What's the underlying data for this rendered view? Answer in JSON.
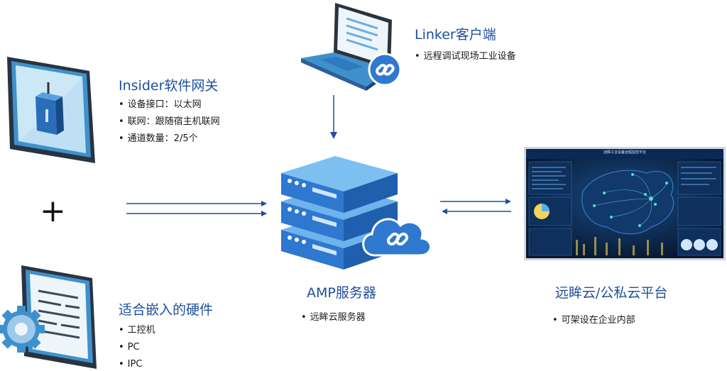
{
  "insider": {
    "title": "Insider软件网关",
    "items": [
      "设备接口：以太网",
      "联网：跟随宿主机联网",
      "通道数量：2/5个"
    ]
  },
  "plus": "+",
  "embedded": {
    "title": "适合嵌入的硬件",
    "items": [
      "工控机",
      "PC",
      "IPC"
    ]
  },
  "linker": {
    "title": "Linker客户端",
    "items": [
      "远程调试现场工业设备"
    ]
  },
  "amp": {
    "title": "AMP服务器",
    "items": [
      "远眸云服务器"
    ]
  },
  "cloud": {
    "title": "远眸云/公私云平台",
    "items": [
      "可架设在企业内部"
    ]
  },
  "dashboard": {
    "title": "远眸工业设备远程监控平台"
  },
  "colors": {
    "accent": "#1d4f9c",
    "server_blue": "#2e78d0",
    "line": "#1d4f9c"
  }
}
